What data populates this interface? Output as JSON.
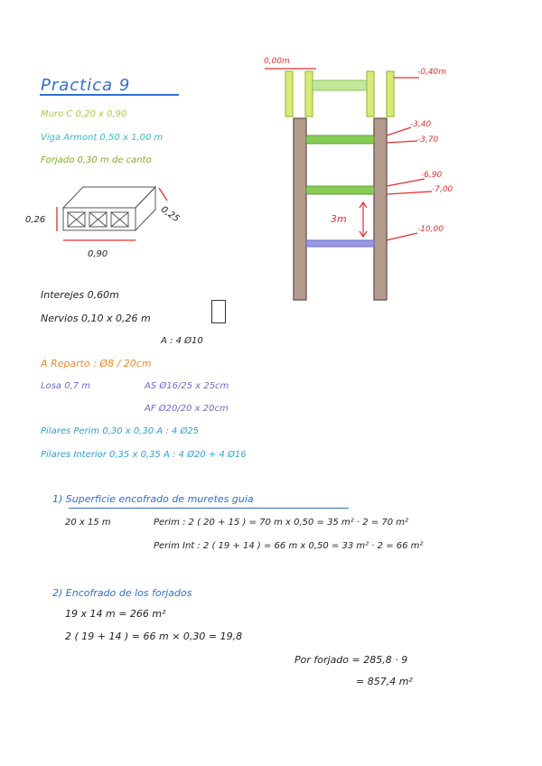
{
  "title": "Practica 9",
  "specs": {
    "muro": "Muro C   0,20 x 0,90",
    "viga": "Viga Armont   0,50 x 1,00 m",
    "forjado": "Forjado  0,30 m de canto"
  },
  "block": {
    "h": "0,26",
    "w": "0,90",
    "d": "0,25"
  },
  "details": {
    "interejes": "Interejes  0,60m",
    "nervios": "Nervios   0,10  x  0,26  m",
    "armado": "A : 4 Ø10",
    "reparto": "A Reparto : Ø8 / 20cm",
    "losa": "Losa   0,7 m",
    "as": "AS   Ø16/25 x 25cm",
    "af": "AF   Ø20/20 x 20cm",
    "pilares_per": "Pilares Perim   0,30 x 0,30      A : 4 Ø25",
    "pilares_int": "Pilares Interior  0,35 x 0,35    A : 4 Ø20  +  4 Ø16"
  },
  "sec1": {
    "heading": "1) Superficie encofrado de muretes guia",
    "dims": "20 x 15 m",
    "l1": "Perim :  2 ( 20 + 15 ) = 70 m  x  0,50  =  35 m² · 2 = 70 m²",
    "l2": "Perim Int :  2 ( 19 + 14 ) = 66 m  x  0,50  =  33 m² · 2 = 66 m²"
  },
  "sec2": {
    "heading": "2) Encofrado de los forjados",
    "l1": "19  x  14  m  =  266 m²",
    "l2": "2 ( 19 + 14 )  =  66 m  ×  0,30  =  19,8",
    "l3": "Por forjado  =  285,8 · 9",
    "l4": "= 857,4 m²"
  },
  "diagram": {
    "top_width": "0,00m",
    "levels": [
      "-0,40m",
      "-3,40",
      "-3,70",
      "-6,90",
      "-7,00",
      "-10,00"
    ],
    "gap": "3m"
  },
  "colors": {
    "blue": "#2f6fd0",
    "green": "#a8c83a",
    "red": "#e03030",
    "orange": "#f0892c",
    "purple": "#6a6ad8",
    "wall": "#b39b8e",
    "beam": "#88cc55",
    "slab": "#9898e0"
  }
}
